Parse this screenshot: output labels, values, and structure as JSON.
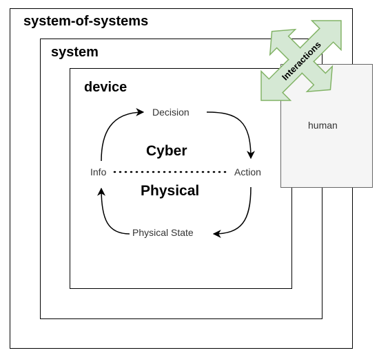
{
  "layers": {
    "sos": "system-of-systems",
    "system": "system",
    "device": "device"
  },
  "cycle": {
    "decision": "Decision",
    "action": "Action",
    "physical_state": "Physical State",
    "info": "Info",
    "cyber": "Cyber",
    "physical": "Physical"
  },
  "human": {
    "label": "human"
  },
  "interactions": {
    "label": "Interactions"
  },
  "colors": {
    "arrow_fill": "#d5e8d4",
    "arrow_stroke": "#82b366",
    "human_fill": "#f5f5f5",
    "human_stroke": "#666666"
  }
}
